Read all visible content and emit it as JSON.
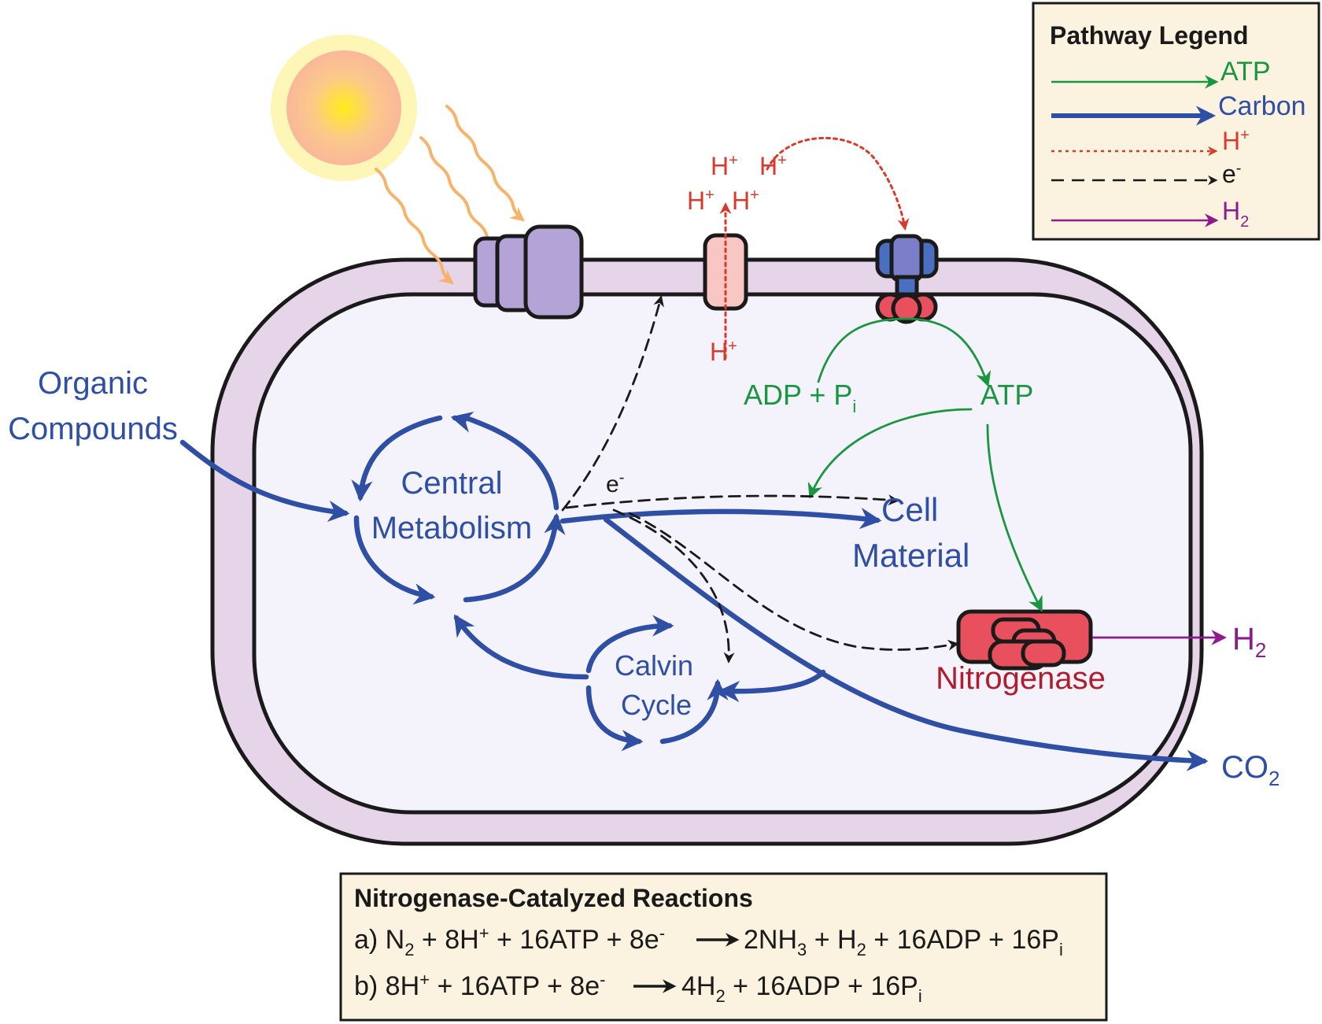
{
  "colors": {
    "atp": "#1a9641",
    "carbon": "#2e4fa3",
    "proton": "#d93a2b",
    "electron": "#1a1a1a",
    "hydrogen": "#8e1b8e",
    "membrane": "#e6d4e8",
    "cytoplasm": "#f4f3fb",
    "legend_bg": "#fbf2df",
    "nitrogenase": "#e8505e",
    "nitrogenase_label": "#b01e2e",
    "photosystem": "#b3a3d6",
    "light": "#f7b36b"
  },
  "icons": {
    "sun": "sun-icon",
    "photosystem": "photosystem-icon",
    "proton_channel": "proton-channel-icon",
    "atp_synthase": "atp-synthase-icon",
    "nitrogenase": "nitrogenase-enzyme-icon"
  },
  "legend": {
    "title": "Pathway Legend",
    "items": [
      {
        "label": "ATP",
        "sup": "",
        "sub": ""
      },
      {
        "label": "Carbon",
        "sup": "",
        "sub": ""
      },
      {
        "label": "H",
        "sup": "+",
        "sub": ""
      },
      {
        "label": "e",
        "sup": "-",
        "sub": ""
      },
      {
        "label": "H",
        "sup": "",
        "sub": "2"
      }
    ]
  },
  "labels": {
    "organic_line1": "Organic",
    "organic_line2": "Compounds",
    "central_line1": "Central",
    "central_line2": "Metabolism",
    "cell_line1": "Cell",
    "cell_line2": "Material",
    "calvin_line1": "Calvin",
    "calvin_line2": "Cycle",
    "nitrogenase": "Nitrogenase",
    "adp": "ADP + P",
    "adp_sub": "i",
    "atp": "ATP",
    "h2_base": "H",
    "h2_sub": "2",
    "co2_base": "CO",
    "co2_sub": "2",
    "proton_base": "H",
    "proton_sup": "+",
    "electron_base": "e",
    "electron_sup": "-"
  },
  "reactions": {
    "title": "Nitrogenase-Catalyzed Reactions",
    "a": {
      "prefix": "a) N",
      "n2_sub": "2",
      "p1": " + 8H",
      "h_sup": "+",
      "p2": " + 16ATP + 8e",
      "e_sup": "-",
      "products_1": "2NH",
      "nh3_sub": "3",
      "products_2": " + H",
      "h2_sub": "2",
      "products_3": " + 16ADP + 16P",
      "pi_sub": "i"
    },
    "b": {
      "prefix": "b) 8H",
      "h_sup": "+",
      "p1": " + 16ATP + 8e",
      "e_sup": "-",
      "products_1": "4H",
      "h2_sub": "2",
      "products_2": " + 16ADP + 16P",
      "pi_sub": "i"
    }
  }
}
